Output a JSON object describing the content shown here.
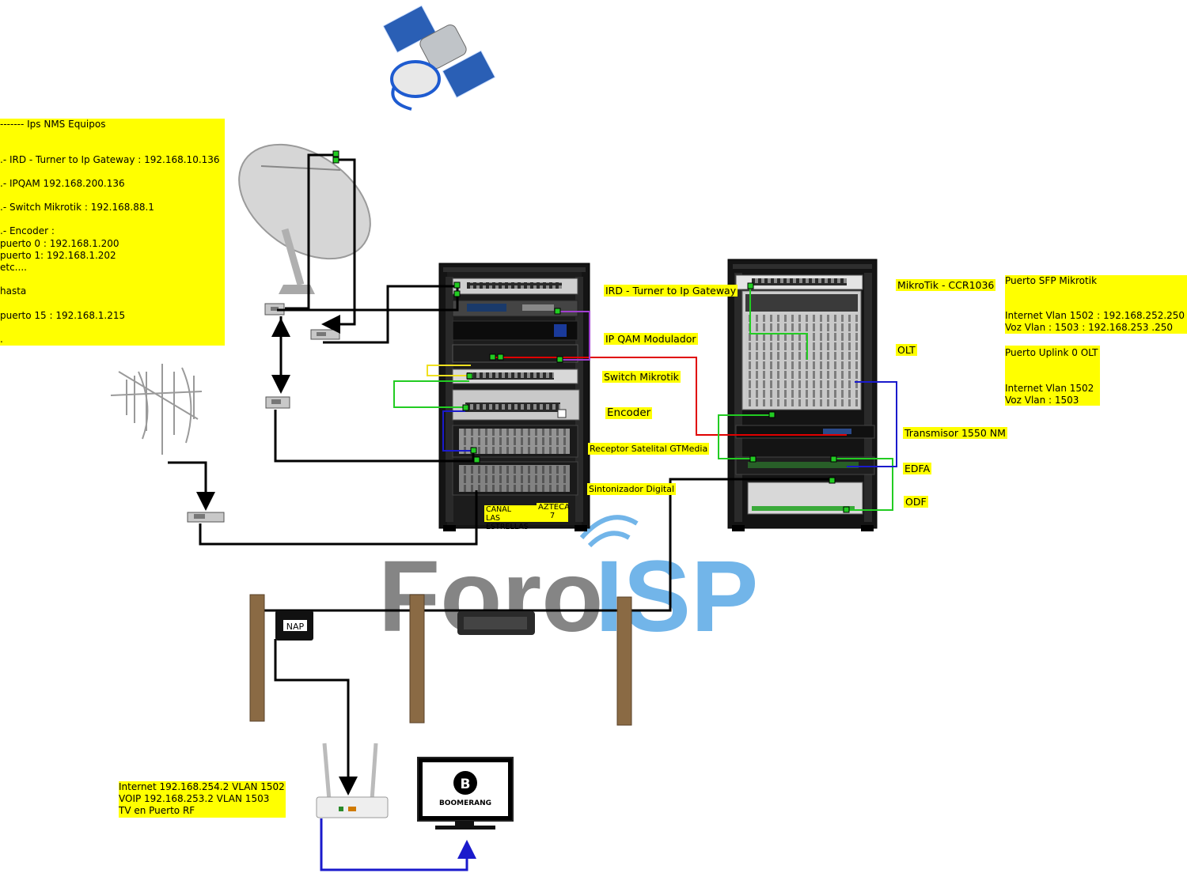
{
  "nms_box": {
    "title": "------- Ips NMS Equipos",
    "lines": [
      ".- IRD - Turner to Ip Gateway : 192.168.10.136",
      ".- IPQAM 192.168.200.136",
      ".- Switch Mikrotik : 192.168.88.1",
      ".- Encoder :",
      "puerto 0 : 192.168.1.200",
      "puerto 1: 192.168.1.202",
      "etc....",
      "hasta",
      "puerto 15 : 192.168.1.215",
      "."
    ]
  },
  "rack_left_labels": {
    "ird": "IRD - Turner to Ip Gateway",
    "ipqam": "IP QAM Modulador",
    "switch": "Switch Mikrotik",
    "encoder": "Encoder",
    "receptor": "Receptor  Satelital GTMedia",
    "sintonizador": "Sintonizador Digital",
    "canal_line1": "CANAL",
    "canal_line2": "LAS ESTRELLAS",
    "azteca_line1": "AZTECA",
    "azteca_line2": "7"
  },
  "rack_right_labels": {
    "mikrotik": "MikroTik - CCR1036",
    "olt": "OLT",
    "transmisor": "Transmisor 1550 NM",
    "edfa": "EDFA",
    "odf": "ODF"
  },
  "sfp_box": {
    "title": "Puerto SFP Mikrotik",
    "line1": "Internet Vlan 1502 : 192.168.252.250",
    "line2": "Voz Vlan : 1503 : 192.168.253 .250"
  },
  "uplink_box": {
    "title": "Puerto Uplink 0 OLT",
    "line1": "Internet Vlan 1502",
    "line2": "Voz Vlan : 1503"
  },
  "client_box": {
    "line1": "Internet 192.168.254.2 VLAN 1502",
    "line2": "VOIP 192.168.253.2 VLAN 1503",
    "line3": "TV en Puerto RF"
  },
  "nap_label": "NAP",
  "tv_logo": "BOOMERANG",
  "watermark": {
    "part1": "Foro",
    "part2": "ISP"
  },
  "colors": {
    "highlight": "#ffff00",
    "coax": "#000000",
    "fiber_red": "#e00000",
    "purple": "#a040d0",
    "green": "#22cc22",
    "blue": "#1a1acc",
    "yellow_link": "#f0e020",
    "watermark_gray": "#707070",
    "watermark_blue": "#5aa9e6"
  }
}
